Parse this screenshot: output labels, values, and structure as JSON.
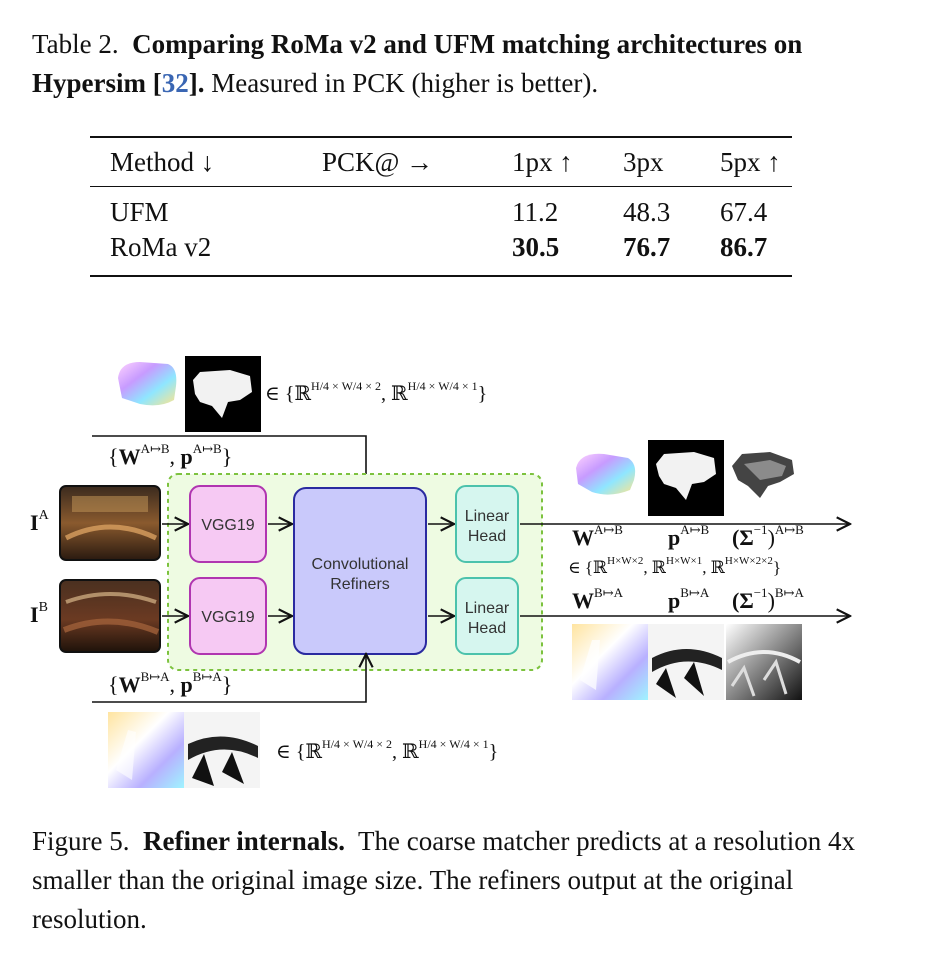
{
  "table": {
    "caption": {
      "label": "Table 2.",
      "title": "Comparing RoMa v2 and UFM matching architectures on Hypersim [",
      "ref": "32",
      "title_end": "].",
      "text": "Measured in PCK (higher is better)."
    },
    "headers": [
      "Method ↓",
      "PCK@ →",
      "1px ↑",
      "3px",
      "5px ↑"
    ],
    "rows": [
      {
        "method": "UFM",
        "values": [
          "11.2",
          "48.3",
          "67.4"
        ]
      },
      {
        "method": "RoMa v2",
        "values": [
          "30.5",
          "76.7",
          "86.7"
        ]
      }
    ]
  },
  "diagram": {
    "blocks": {
      "vgg_top": "VGG19",
      "vgg_bottom": "VGG19",
      "refiners_line1": "Convolutional",
      "refiners_line2": "Refiners",
      "head_top_line1": "Linear",
      "head_top_line2": "Head",
      "head_bottom_line1": "Linear",
      "head_bottom_line2": "Head"
    },
    "inputs": {
      "image_a": "I",
      "image_a_sup": "A",
      "image_b": "I",
      "image_b_sup": "B"
    },
    "coarse_top": {
      "w": "W",
      "w_sup": "A↦B",
      "p": "p",
      "p_sup": "A↦B"
    },
    "coarse_bottom": {
      "w": "W",
      "w_sup": "B↦A",
      "p": "p",
      "p_sup": "B↦A"
    },
    "set_symbol": "∈",
    "real": "ℝ",
    "out_top": {
      "w": "W",
      "w_sup": "A↦B",
      "p": "p",
      "p_sup": "A↦B",
      "s": "(Σ",
      "s_mid": "−1",
      "s_end": ")",
      "s_sup": "A↦B"
    },
    "out_bottom": {
      "w": "W",
      "w_sup": "B↦A",
      "p": "p",
      "p_sup": "B↦A",
      "s": "(Σ",
      "s_mid": "−1",
      "s_end": ")",
      "s_sup": "B↦A"
    },
    "colors": {
      "vgg_fill": "#f6c9f3",
      "vgg_stroke": "#b035b0",
      "refiner_fill": "#c9c9fb",
      "refiner_stroke": "#2a2aa0",
      "head_fill": "#d6f6ef",
      "head_stroke": "#4cc2ac",
      "dashed_region_fill": "#eefbe2",
      "dashed_region_stroke": "#7cc23e"
    }
  },
  "figure": {
    "caption": {
      "label": "Figure 5.",
      "title": "Refiner internals.",
      "text": "The coarse matcher predicts at a resolution 4x smaller than the original image size. The refiners output at the original resolution."
    }
  }
}
